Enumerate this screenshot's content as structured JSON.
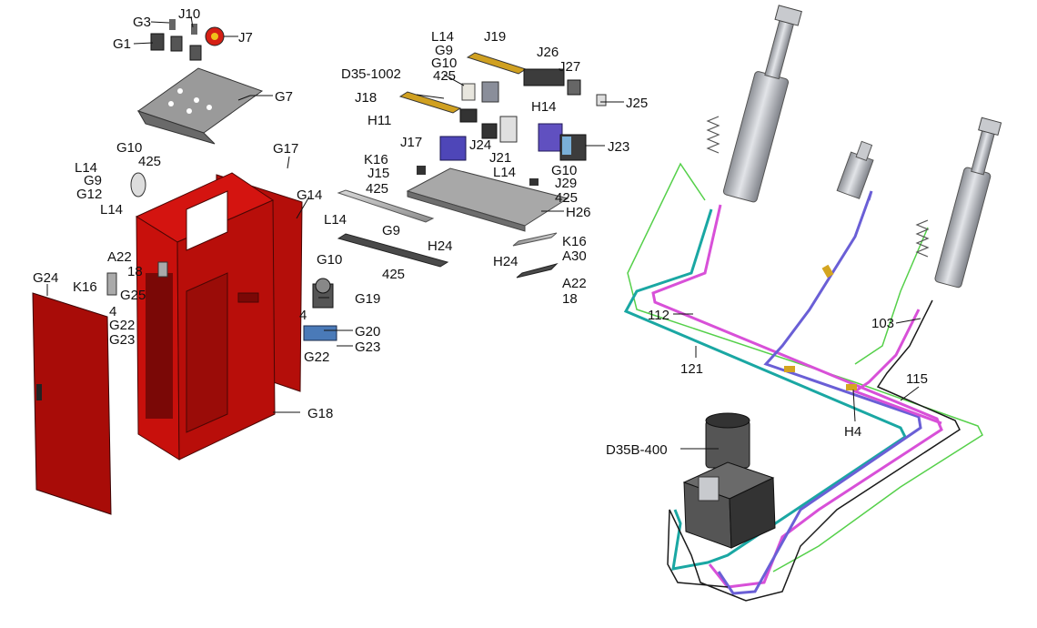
{
  "labels": {
    "G1": "G1",
    "G3": "G3",
    "J10": "J10",
    "J7": "J7",
    "G7": "G7",
    "G10a": "G10",
    "L14a": "L14",
    "425a": "425",
    "G9a": "G9",
    "G12": "G12",
    "L14b": "L14",
    "G17": "G17",
    "G14": "G14",
    "G24": "G24",
    "A22a": "A22",
    "18a": "18",
    "G25": "G25",
    "K16a": "K16",
    "4a": "4",
    "G22a": "G22",
    "G23a": "G23",
    "G19": "G19",
    "4b": "4",
    "G20": "G20",
    "G22b": "G22",
    "G23b": "G23",
    "G18": "G18",
    "L14c": "L14",
    "G9b": "G9",
    "J19": "J19",
    "G10b": "G10",
    "D35-1002": "D35-1002",
    "425b": "425",
    "J26": "J26",
    "J27": "J27",
    "J18": "J18",
    "J25": "J25",
    "H11": "H11",
    "H14": "H14",
    "J17": "J17",
    "J24": "J24",
    "J21": "J21",
    "J23": "J23",
    "K16b": "K16",
    "J15": "J15",
    "L14d": "L14",
    "G10c": "G10",
    "J29": "J29",
    "425c": "425",
    "425d": "425",
    "H26": "H26",
    "L14e": "L14",
    "G9c": "G9",
    "G10d": "G10",
    "H24a": "H24",
    "425e": "425",
    "K16c": "K16",
    "A30": "A30",
    "H24b": "H24",
    "A22b": "A22",
    "18b": "18",
    "112": "112",
    "103": "103",
    "121": "121",
    "115": "115",
    "H4": "H4",
    "D35B-400": "D35B-400"
  },
  "colors": {
    "cabinet": "#c8100c",
    "cabinet_dark": "#8e0a08",
    "panel_gray": "#7d7d7d",
    "hose_cyan": "#1aa7a3",
    "hose_magenta": "#d850d8",
    "hose_purple": "#6a5fd6",
    "hose_black": "#1a1a1a",
    "hose_green": "#55d04a",
    "cylinder": "#b9bcc2"
  }
}
